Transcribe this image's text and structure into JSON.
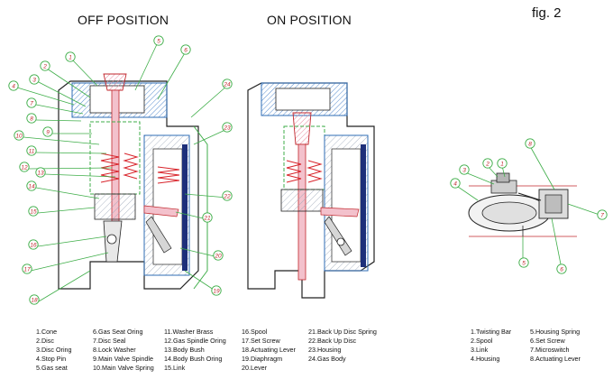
{
  "titles": {
    "off": "OFF POSITION",
    "on": "ON POSITION",
    "fig": "fig. 2"
  },
  "colors": {
    "callout_green": "#3fae49",
    "callout_red": "#c1272d",
    "housing_blue": "#2f6db5",
    "spring_red": "#d8232a",
    "pink_hatch": "#e88aa0",
    "diaphragm_navy": "#1d2f7a"
  },
  "callouts_off": [
    "1",
    "2",
    "3",
    "4",
    "5",
    "6",
    "7",
    "8",
    "9",
    "10",
    "11",
    "12",
    "13",
    "14",
    "15",
    "16",
    "17",
    "18",
    "19",
    "20",
    "21",
    "22",
    "23",
    "24"
  ],
  "callouts_detail": [
    "1",
    "2",
    "3",
    "4",
    "5",
    "6",
    "7",
    "8"
  ],
  "legend_main": {
    "col1": [
      "1.Cone",
      "2.Disc",
      "3.Disc Oring",
      "4.Stop Pin",
      "5.Gas seat"
    ],
    "col2": [
      "6.Gas Seat Oring",
      "7.Disc Seal",
      "8.Lock Washer",
      "9.Main Valve Spindle",
      "10.Main Valve Spring"
    ],
    "col3": [
      "11.Washer Brass",
      "12.Gas Spindle Oring",
      "13.Body Bush",
      "14.Body Bush Oring",
      "15.Link"
    ],
    "col4": [
      "16.Spool",
      "17.Set Screw",
      "18.Actuating Lever",
      "19.Diaphragm",
      "20.Lever"
    ],
    "col5": [
      "21.Back Up Disc Spring",
      "22.Back Up Disc",
      "23.Housing",
      "24.Gas Body"
    ]
  },
  "legend_detail": {
    "col1": [
      "1.Twisting Bar",
      "2.Spool",
      "3.Link",
      "4.Housing"
    ],
    "col2": [
      "5.Housing Spring",
      "6.Set Screw",
      "7.Microswitch",
      "8.Actuating Lever"
    ]
  }
}
